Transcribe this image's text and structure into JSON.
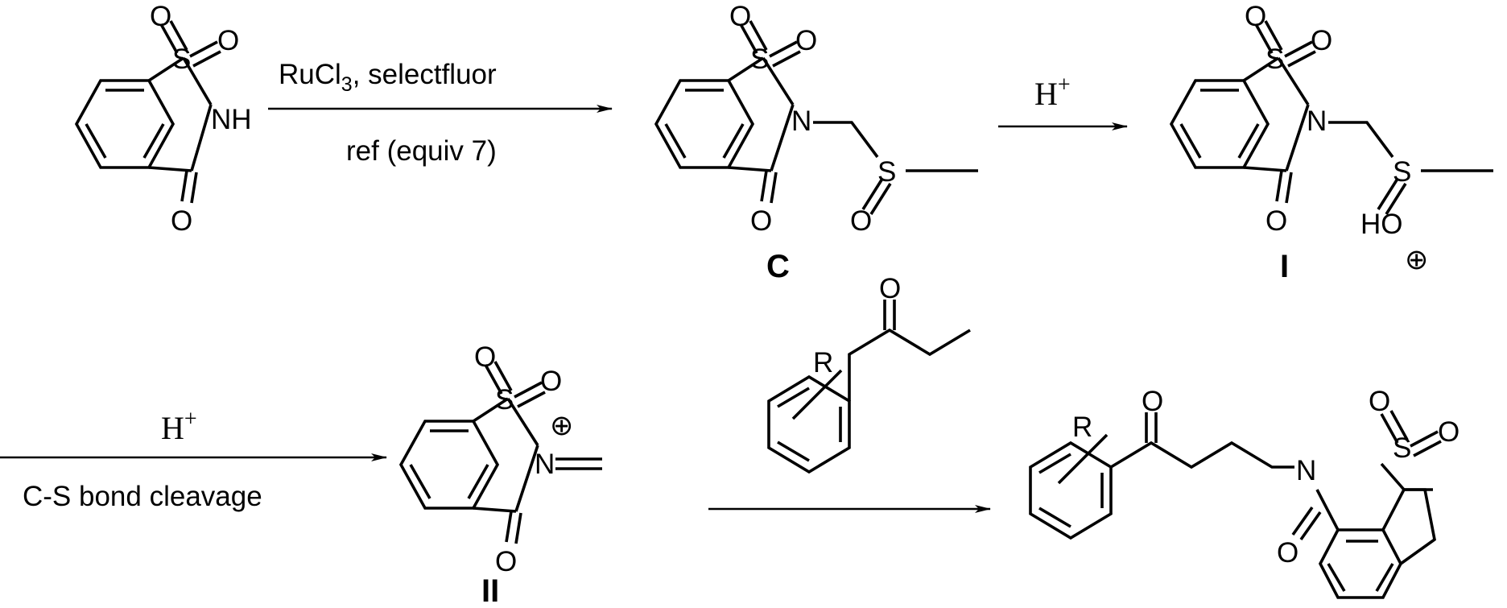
{
  "atoms": {
    "S": "S",
    "N": "N",
    "O": "O",
    "NH": "NH",
    "HO": "HO",
    "R": "R",
    "plus": "⊕"
  },
  "arrows": [
    {
      "top_main": "RuCl",
      "top_sub": "3",
      "top_rest": ", selectfluor",
      "bottom": "ref (equiv 7)"
    },
    {
      "top_main": "H",
      "top_sup": "+"
    },
    {
      "top_main": "H",
      "top_sup": "+",
      "bottom": "C-S bond cleavage"
    },
    {
      "top_main": "",
      "bottom": ""
    }
  ],
  "labels": {
    "C": "C",
    "I": "I",
    "II": "II"
  }
}
